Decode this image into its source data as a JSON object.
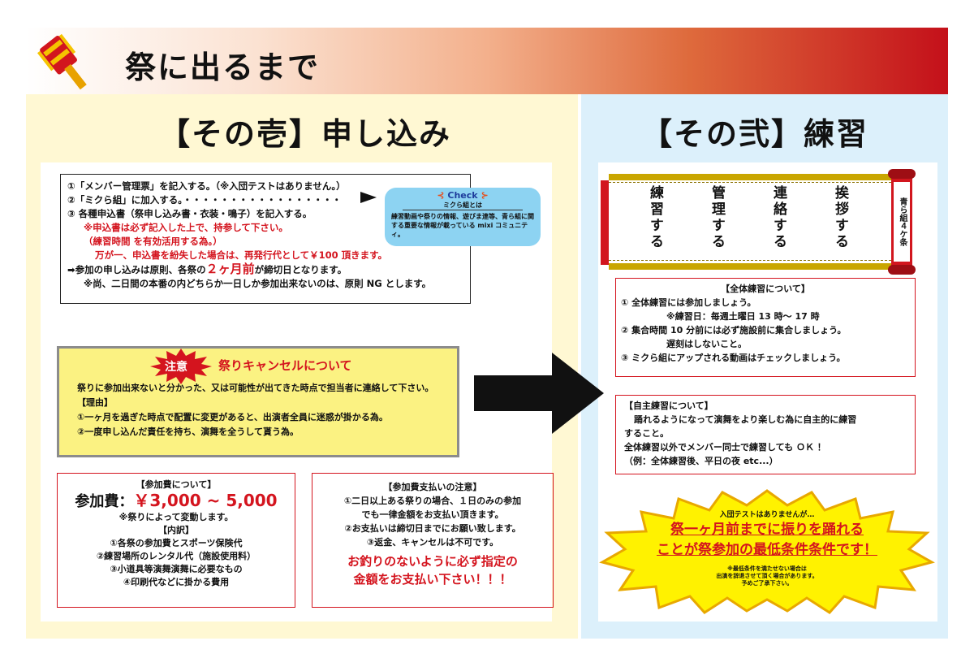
{
  "header": {
    "title": "祭に出るまで"
  },
  "sections": {
    "left_title": "【その壱】申し込み",
    "right_title": "【その弐】練習"
  },
  "apply": {
    "line1": "①「メンバー管理票」を記入する。（※入団テストはありません。）",
    "line2": "②「ミクら組」に加入する。・・・・・・・・・・・・・・・・・",
    "line3": "③ 各種申込書（祭申し込み書・衣装・鳴子）を記入する。",
    "note1": "※申込書は必ず記入した上で、持参して下さい。",
    "note2": "（練習時間 を有効活用する為。）",
    "note3": "万が一、申込書を紛失した場合は、再発行代として￥100 頂きます。",
    "line4_pre": "➡参加の申し込みは原則、各祭の",
    "line4_emph": "２ヶ月前",
    "line4_post": "が締切日となります。",
    "line5": "※尚、二日間の本番の内どちらか一日しか参加出来ないのは、原則 NG とします。"
  },
  "check": {
    "title": "Check",
    "subtitle": "ミクら組とは",
    "body": "練習動画や祭りの情報、遊びま連等、青ら組に関する重要な情報が載っている mixi コミュニティ。"
  },
  "caution": {
    "label": "注意",
    "title": "祭りキャンセルについて",
    "body1": "祭りに参加出来ないと分かった、又は可能性が出てきた時点で担当者に連絡して下さい。",
    "reason_head": "【理由】",
    "reason1": "①一ヶ月を過ぎた時点で配置に変更があると、出演者全員に迷惑が掛かる為。",
    "reason2": "②一度申し込んだ責任を持ち、演舞を全うして貰う為。"
  },
  "fee": {
    "head": "【参加費について】",
    "label": "参加費：",
    "amount": "￥3,000 ~ 5,000",
    "note": "※祭りによって変動します。",
    "breakdown_head": "【内訳】",
    "item1": "①各祭の参加費とスポーツ保険代",
    "item2": "②練習場所のレンタル代（施設使用料）",
    "item3": "③小道具等演舞演舞に必要なもの",
    "item4": "④印刷代などに掛かる費用"
  },
  "payment": {
    "head": "【参加費支払いの注意】",
    "line1": "①二日以上ある祭りの場合、１日のみの参加",
    "line2": "でも一律金額をお支払い頂きます。",
    "line3": "②お支払いは締切日までにお願い致します。",
    "line4": "③返金、キャンセルは不可です。",
    "strong1": "お釣りのないように必ず指定の",
    "strong2": "金額をお支払い下さい！！！"
  },
  "scroll": {
    "rod_label": "青ら組４ケ条",
    "items": [
      "挨拶する",
      "連絡する",
      "管理する",
      "練習する"
    ]
  },
  "practice": {
    "head": "【全体練習について】",
    "line1": "① 全体練習には参加しましょう。",
    "line1_note": "※練習日：毎週土曜日 13 時～ 17 時",
    "line2": "② 集合時間 10 分前には必ず施設前に集合しましょう。",
    "line2_note": "遅刻はしないこと。",
    "line3": "③ ミクら組にアップされる動画はチェックしましょう。"
  },
  "self_practice": {
    "head": "【自主練習について】",
    "line1": "踊れるようになって演舞をより楽しむ為に自主的に練習",
    "line2": "すること。",
    "line3": "全体練習以外でメンバー同士で練習しても ＯＫ ！",
    "line4": "（例：全体練習後、平日の夜 etc...）"
  },
  "burst": {
    "small": "入団テストはありませんが…",
    "big1": "祭一ヶ月前までに振りを踊れる",
    "big2": "ことが祭参加の最低条件条件です！",
    "note1": "※最低条件を満たせない場合は",
    "note2": "出演を辞退させて頂く場合があります。",
    "note3": "予めご了承下さい。"
  },
  "colors": {
    "accent_red": "#d4141e",
    "left_bg": "#fff8d3",
    "right_bg": "#dcf0fb",
    "caution_bg": "#fbf282",
    "burst_yellow": "#fff200"
  }
}
